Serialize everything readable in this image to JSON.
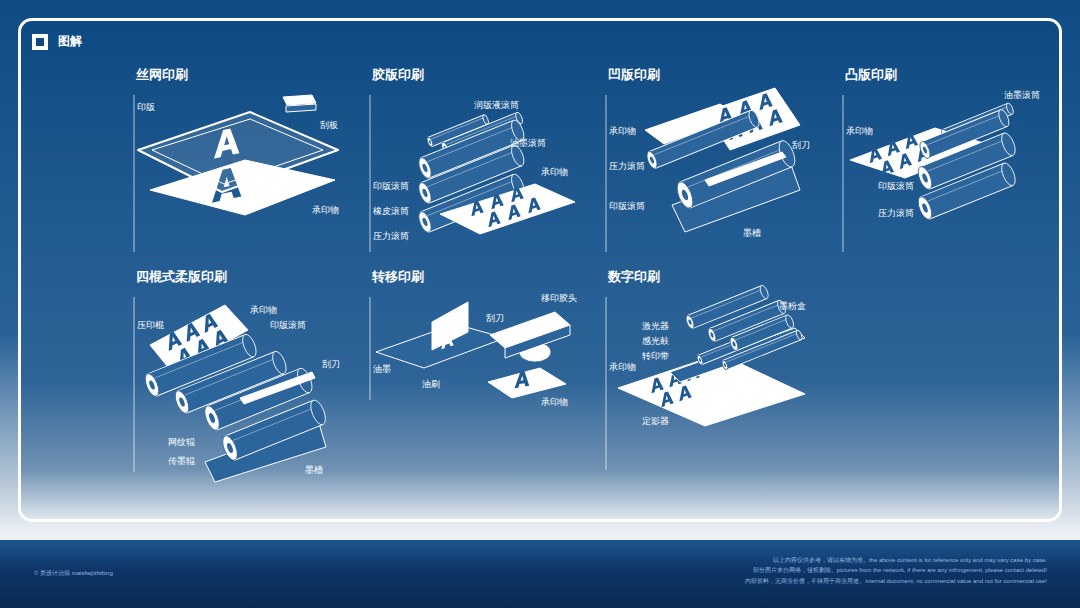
{
  "diagram": {
    "title": "图解",
    "labels": [
      "丝网印刷",
      "印版",
      "刮板",
      "承印物",
      "胶版印刷",
      "润版液滚筒",
      "油墨滚筒",
      "承印物",
      "印版滚筒",
      "橡皮滚筒",
      "压力滚筒",
      "凹版印刷",
      "承印物",
      "压力滚筒",
      "刮刀",
      "印版滚筒",
      "墨槽",
      "凸版印刷",
      "油墨滚筒",
      "承印物",
      "印版滚筒",
      "压力滚筒",
      "四棍式柔版印刷",
      "承印物",
      "压印棍",
      "印版滚筒",
      "刮刀",
      "网纹辊",
      "传墨辊",
      "墨槽",
      "转移印刷",
      "移印胶头",
      "刮刀",
      "油墨",
      "油刷",
      "承印物",
      "数字印刷",
      "墨粉盒",
      "激光器",
      "感光鼓",
      "转印带",
      "承印物",
      "定影器",
      "© 美设计治病 maishejizhibing",
      "以上内容仅供参考，请以实物为准。the above content is for reference only and may vary case by case.",
      "部分图片来自网络，侵权删除。pictures from the network, if there are any infringement, please contact deleted!",
      "内部资料，无商业价值，不得用于商业用途。internal document, no commercial value and not for commercial use!"
    ]
  }
}
